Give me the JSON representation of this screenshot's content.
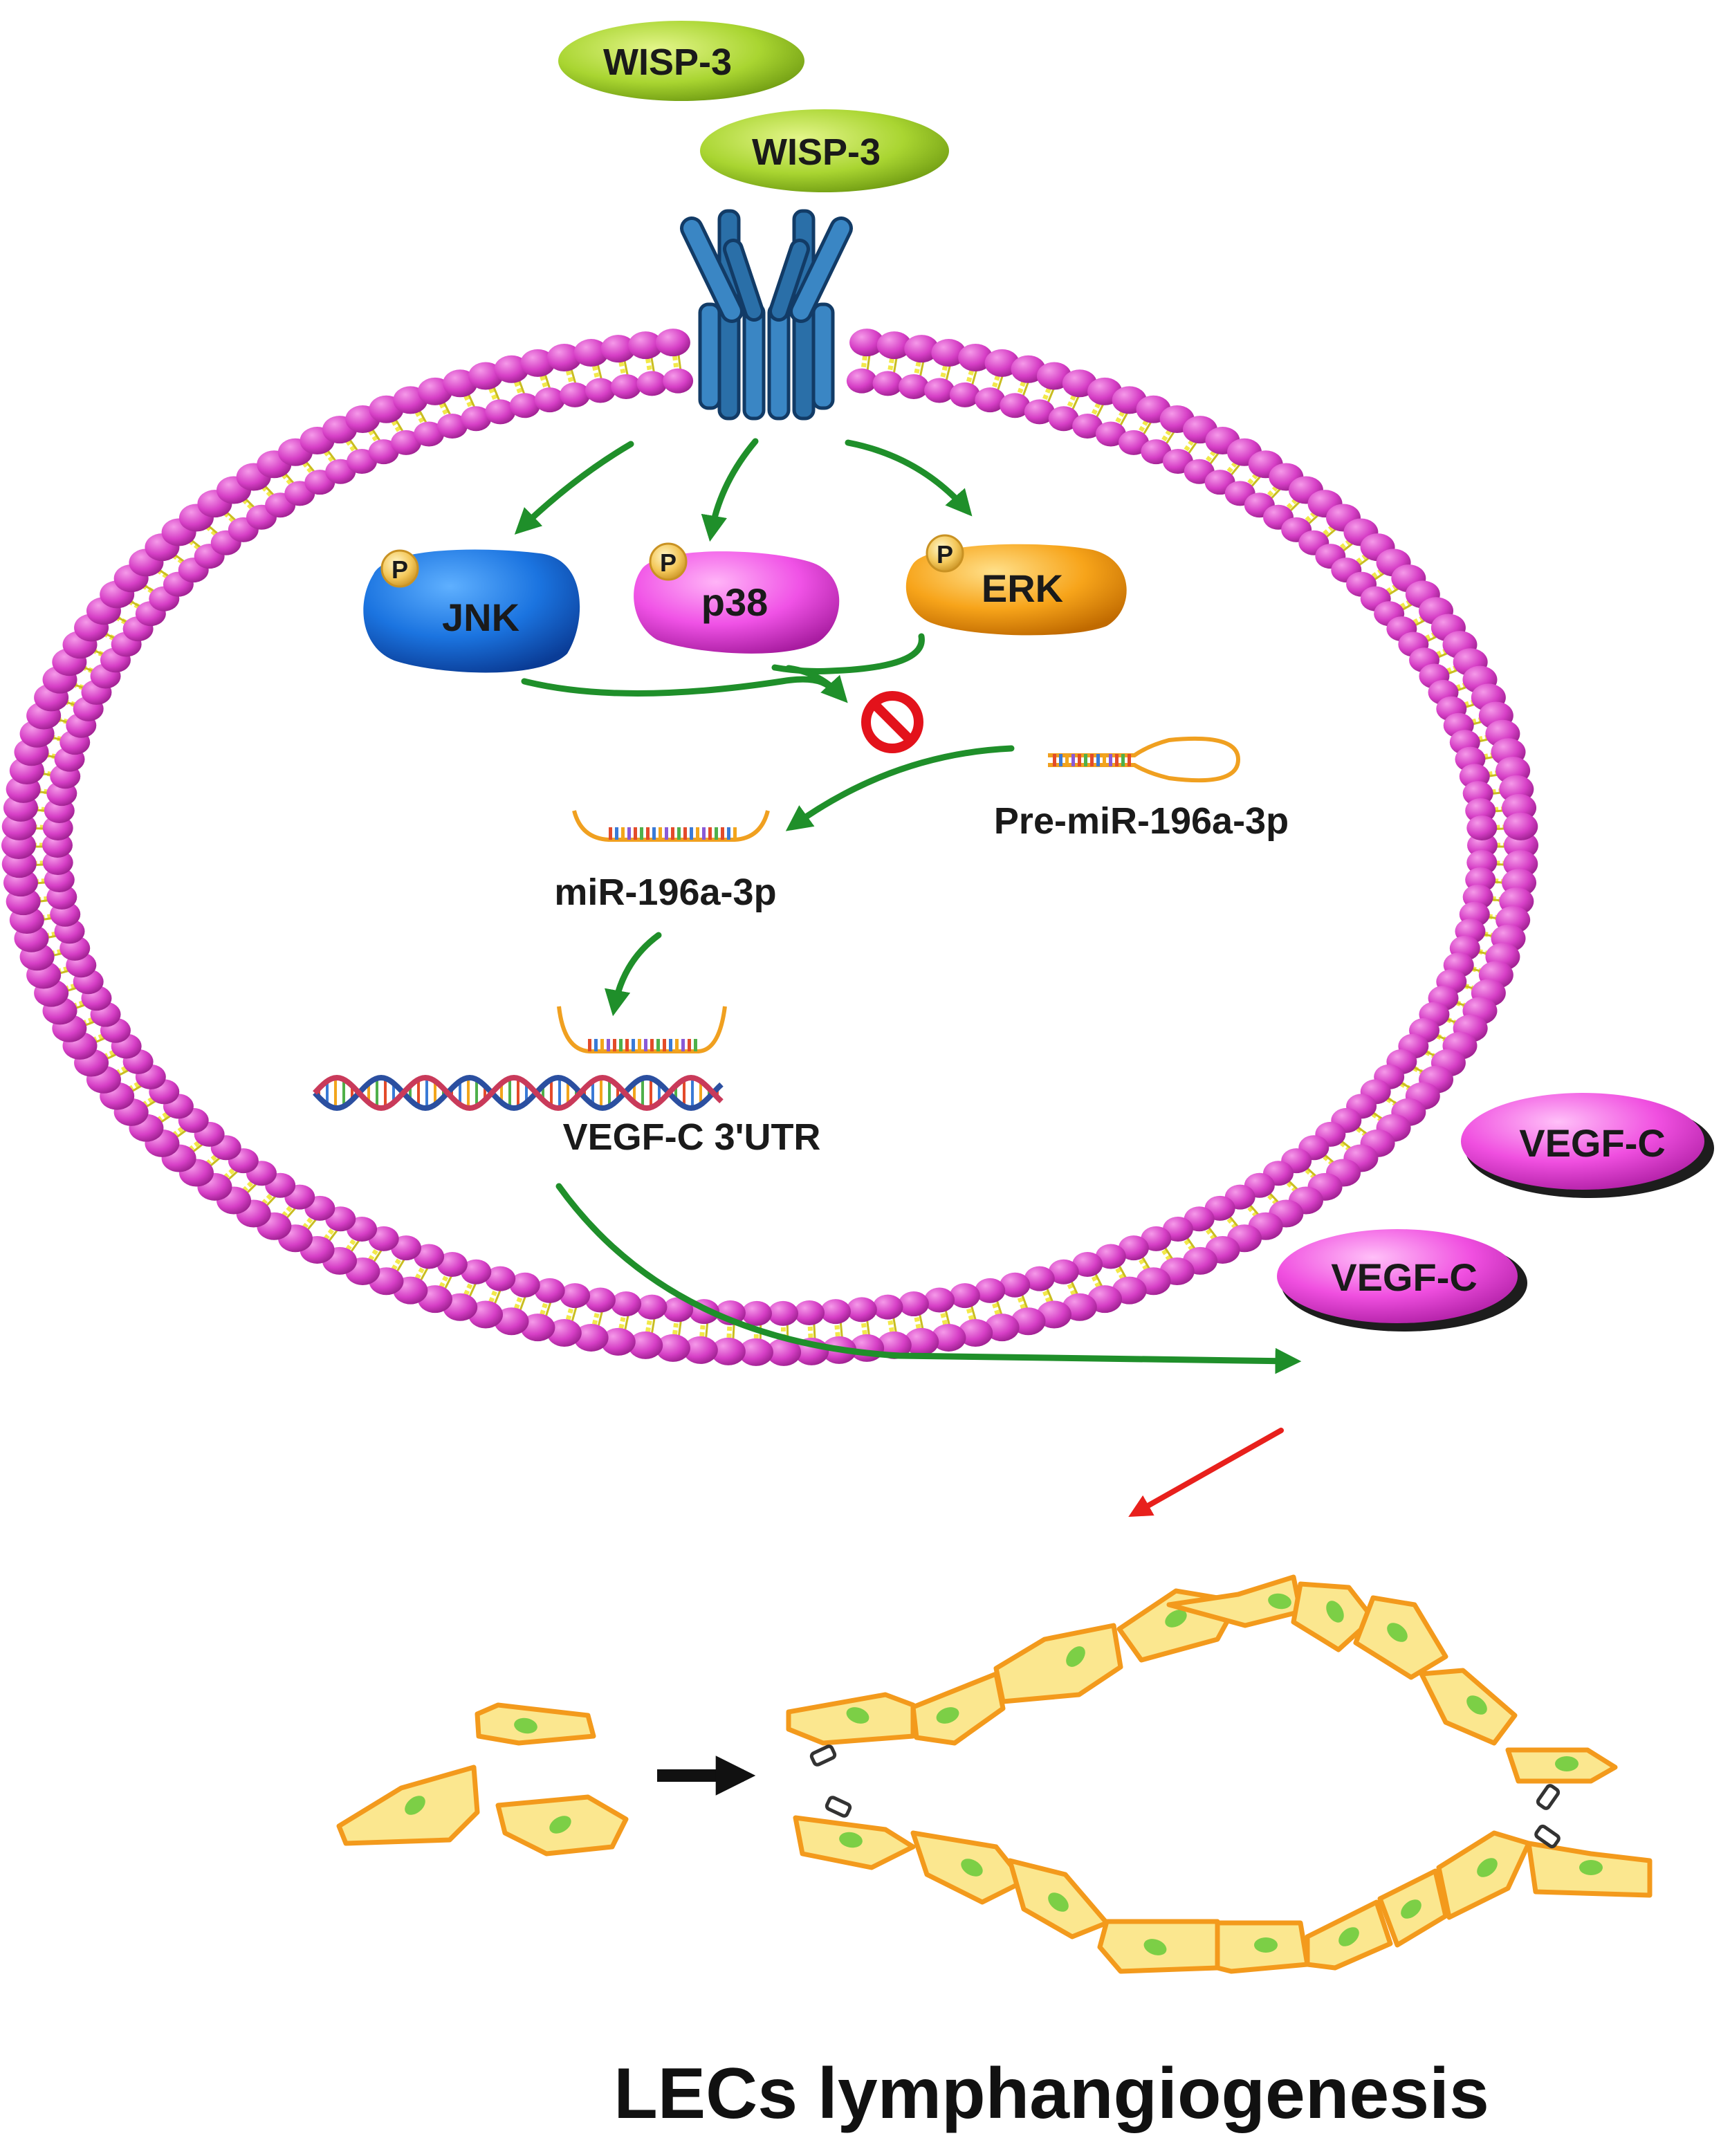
{
  "ligands": [
    {
      "id": "ligand-1",
      "label": "WISP-3"
    },
    {
      "id": "ligand-2",
      "label": "WISP-3"
    }
  ],
  "kinases": [
    {
      "id": "jnk",
      "label": "JNK",
      "phospho": "P"
    },
    {
      "id": "p38",
      "label": "p38",
      "phospho": "P"
    },
    {
      "id": "erk",
      "label": "ERK",
      "phospho": "P"
    }
  ],
  "pre_mirna": {
    "label": "Pre-miR-196a-3p"
  },
  "mirna": {
    "label": "miR-196a-3p"
  },
  "utr": {
    "label": "VEGF-C 3'UTR"
  },
  "secreted": [
    {
      "id": "vegfc-1",
      "label": "VEGF-C"
    },
    {
      "id": "vegfc-2",
      "label": "VEGF-C"
    }
  ],
  "outcome": {
    "label": "LECs lymphangiogenesis"
  },
  "colors": {
    "membrane_head": "#d63fc6",
    "membrane_tail": "#f2e84a",
    "arrow_green": "#1f8f2a",
    "arrow_red": "#e8201c",
    "inhibit_red": "#e3121b",
    "ligand_green": "#a9d531",
    "receptor_blue": "#2a6fa8",
    "jnk_blue": "#1b74e0",
    "p38_pink": "#f052e6",
    "erk_orange": "#f7a41a",
    "vegf_pink": "#f04fe0",
    "cell_fill": "#fbe78f",
    "cell_edge": "#f39a1c",
    "nucleus_green": "#7ccf46"
  }
}
